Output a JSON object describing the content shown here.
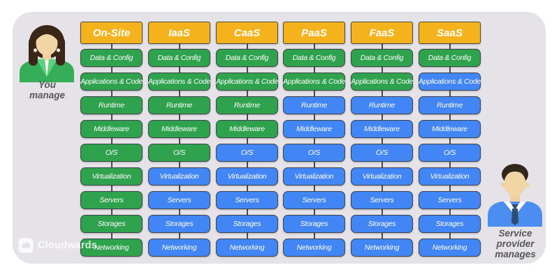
{
  "logo": {
    "icon": "cloud-badge-icon",
    "text": "Cloudwards"
  },
  "legend": {
    "you_manage": "You\nmanage",
    "provider_manages": "Service\nprovider\nmanages"
  },
  "icons": {
    "left_figure": "woman-user",
    "right_figure": "man-service-provider",
    "logo_icon": "cloud-badge"
  },
  "colors": {
    "you_manage_green": "#2FA24E",
    "provider_blue": "#4285F4",
    "header_yellow": "#F4B31C",
    "card_background": "#E5E3E8",
    "connector_line": "#4A4A4E",
    "legend_text": "#57575B"
  },
  "matrix": {
    "layers": [
      "Data & Config",
      "Applications & Code",
      "Runtime",
      "Middleware",
      "O/S",
      "Virtualization",
      "Servers",
      "Storages",
      "Networking"
    ],
    "columns": [
      {
        "name": "On-Site",
        "managed_by": [
          "you",
          "you",
          "you",
          "you",
          "you",
          "you",
          "you",
          "you",
          "you"
        ]
      },
      {
        "name": "IaaS",
        "managed_by": [
          "you",
          "you",
          "you",
          "you",
          "you",
          "provider",
          "provider",
          "provider",
          "provider"
        ]
      },
      {
        "name": "CaaS",
        "managed_by": [
          "you",
          "you",
          "you",
          "you",
          "provider",
          "provider",
          "provider",
          "provider",
          "provider"
        ]
      },
      {
        "name": "PaaS",
        "managed_by": [
          "you",
          "you",
          "provider",
          "provider",
          "provider",
          "provider",
          "provider",
          "provider",
          "provider"
        ]
      },
      {
        "name": "FaaS",
        "managed_by": [
          "you",
          "you",
          "provider",
          "provider",
          "provider",
          "provider",
          "provider",
          "provider",
          "provider"
        ]
      },
      {
        "name": "SaaS",
        "managed_by": [
          "you",
          "provider",
          "provider",
          "provider",
          "provider",
          "provider",
          "provider",
          "provider",
          "provider"
        ]
      }
    ]
  }
}
